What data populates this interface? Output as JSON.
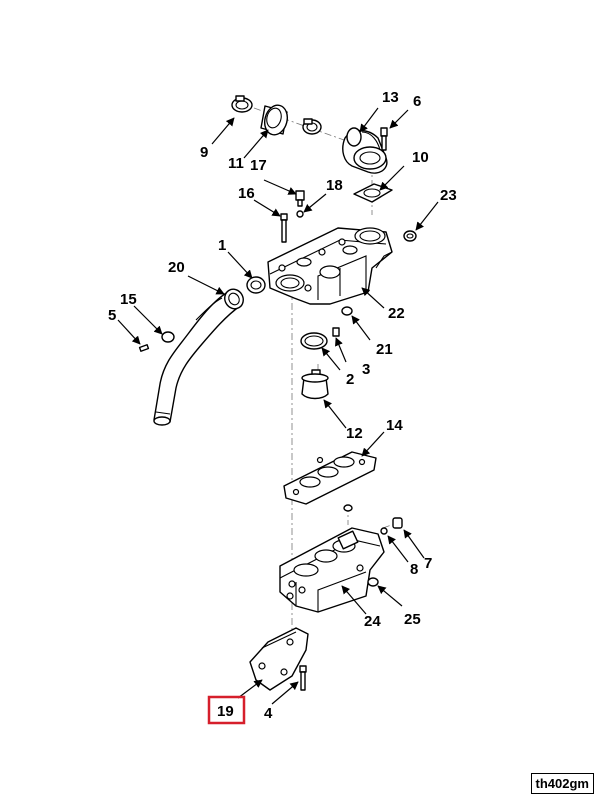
{
  "figure_id": "th402gm",
  "highlighted_callout": "19",
  "highlight_color": "#d61f2b",
  "callouts": [
    "1",
    "2",
    "3",
    "4",
    "5",
    "6",
    "7",
    "8",
    "9",
    "10",
    "11",
    "12",
    "13",
    "14",
    "15",
    "16",
    "17",
    "18",
    "19",
    "20",
    "21",
    "22",
    "23",
    "24",
    "25"
  ]
}
